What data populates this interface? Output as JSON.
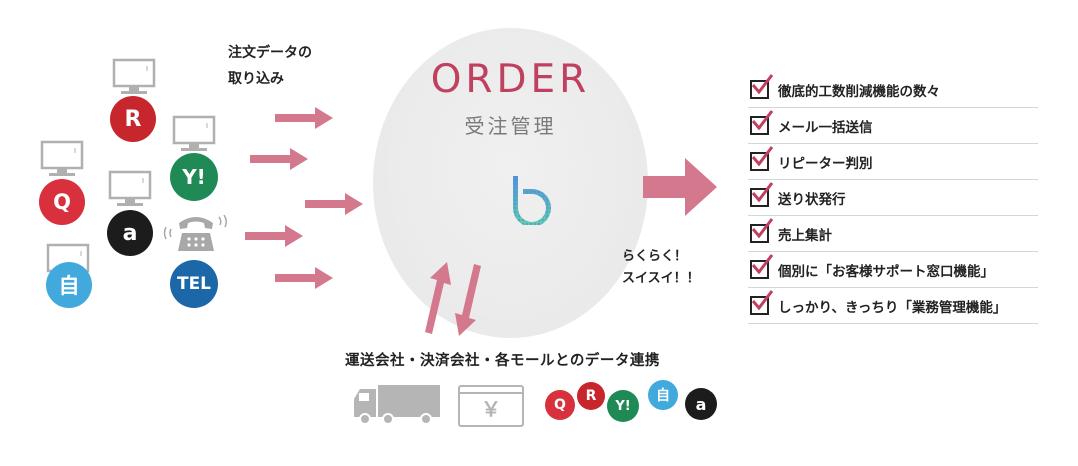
{
  "left_label": {
    "line1": "注文データの",
    "line2": "取り込み"
  },
  "center": {
    "title": "ORDER",
    "subtitle": "受注管理"
  },
  "easy_text": {
    "line1": "らくらく！",
    "line2": "スイスイ！！"
  },
  "bottom_label": "運送会社・決済会社・各モールとのデータ連携",
  "channels": {
    "rakuten": "R",
    "yahoo": "Y!",
    "qoo10": "Q",
    "amazon": "a",
    "own_site": "自",
    "tel": "TEL"
  },
  "features": [
    "徹底的工数削減機能の数々",
    "メール一括送信",
    "リピーター判別",
    "送り状発行",
    "売上集計",
    "個別に「お客様サポート窓口機能」",
    "しっかり、きっちり「業務管理機能」"
  ],
  "yen_symbol": "￥",
  "icons": [
    "computer-monitor-icon",
    "telephone-icon",
    "truck-icon",
    "payment-card-icon",
    "check-icon",
    "order-logo-icon"
  ],
  "colors": {
    "accent_pink": "#d4788e",
    "title_red": "#c0405f",
    "rakuten_red": "#c8262d",
    "yahoo_green": "#1f8a56",
    "qoo10_red": "#d8303d",
    "amazon_black": "#1c1c1c",
    "own_site_blue": "#41a9dc",
    "tel_blue": "#1c67a8"
  }
}
